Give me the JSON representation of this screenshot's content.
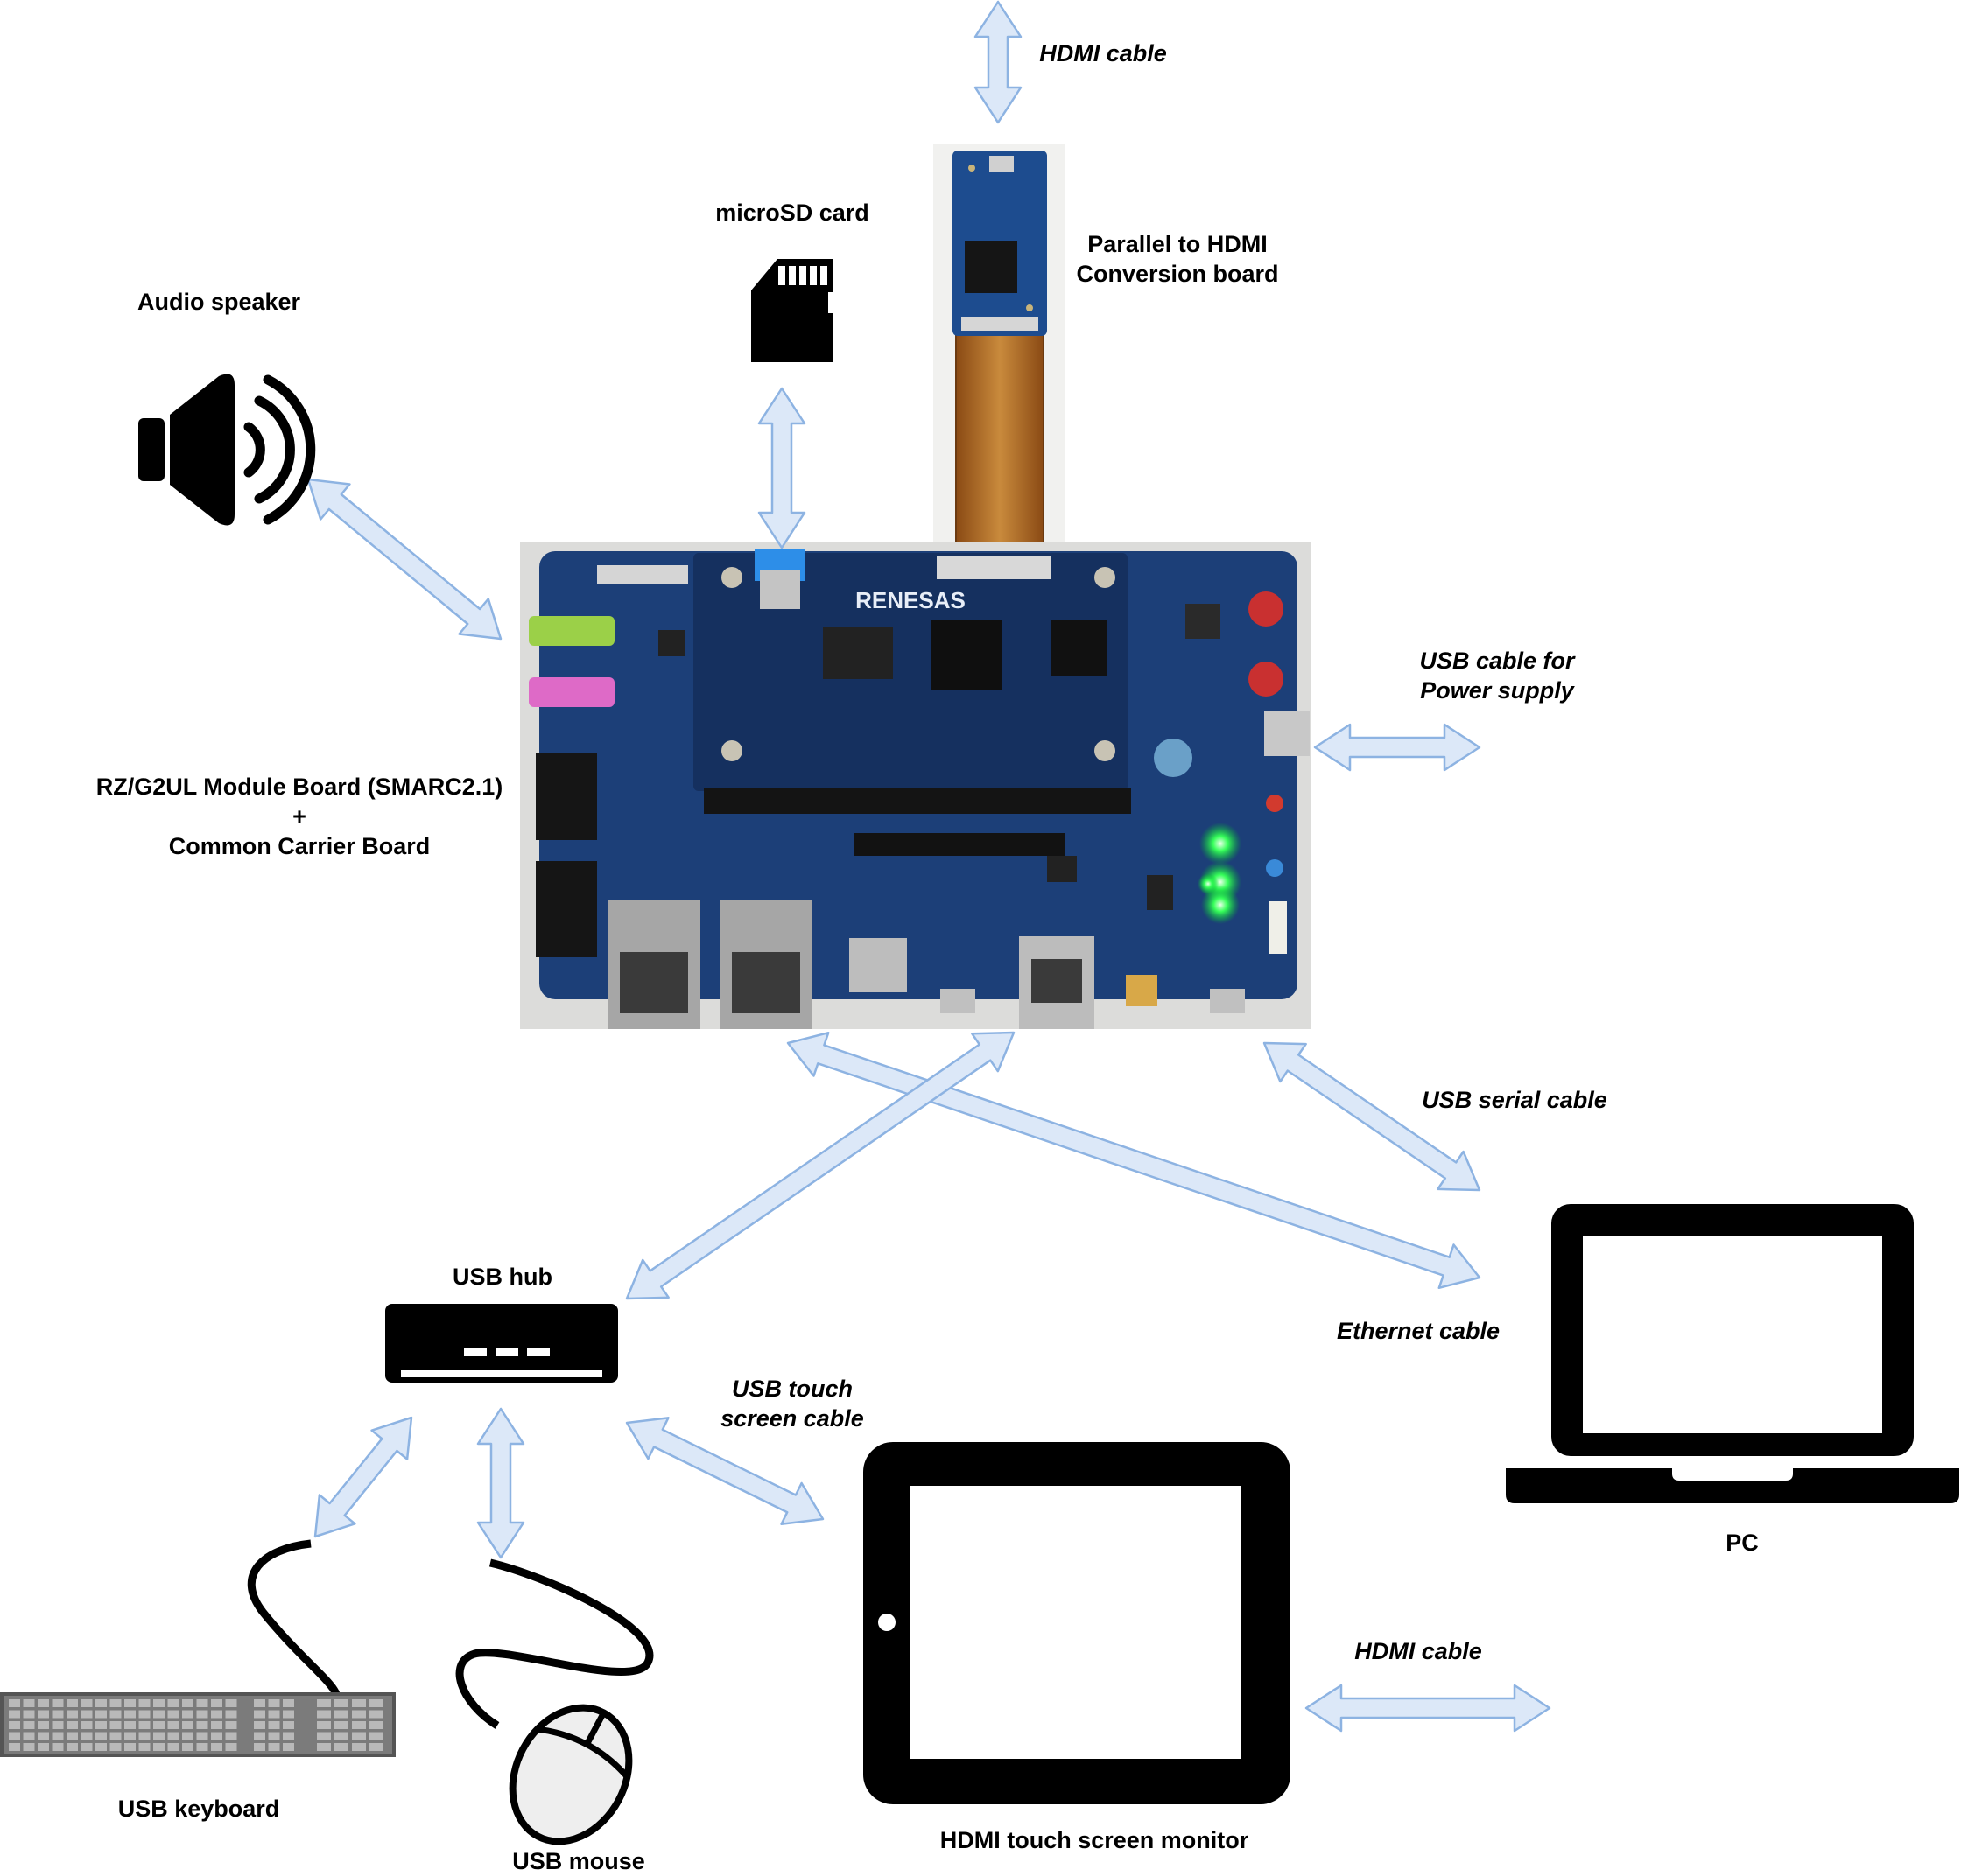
{
  "devices": {
    "audio_speaker": "Audio speaker",
    "microsd_card": "microSD card",
    "conversion_board": [
      "Parallel to HDMI",
      "Conversion board"
    ],
    "main_board": [
      "RZ/G2UL Module Board (SMARC2.1)",
      "+",
      "Common Carrier Board"
    ],
    "usb_hub": "USB hub",
    "usb_keyboard": "USB keyboard",
    "usb_mouse": "USB mouse",
    "hdmi_monitor": "HDMI touch screen monitor",
    "pc": "PC"
  },
  "board_silkscreen": {
    "brand": "RENESAS"
  },
  "cables": {
    "hdmi_top": "HDMI cable",
    "usb_power": [
      "USB cable for",
      "Power supply"
    ],
    "usb_serial": "USB serial cable",
    "ethernet": "Ethernet cable",
    "usb_touch": [
      "USB touch",
      "screen cable"
    ],
    "hdmi_monitor": "HDMI cable"
  },
  "colors": {
    "arrow_fill": "#dce8f8",
    "arrow_stroke": "#8db3e2",
    "board_pcb": "#1c3f78",
    "icon": "#000000"
  }
}
